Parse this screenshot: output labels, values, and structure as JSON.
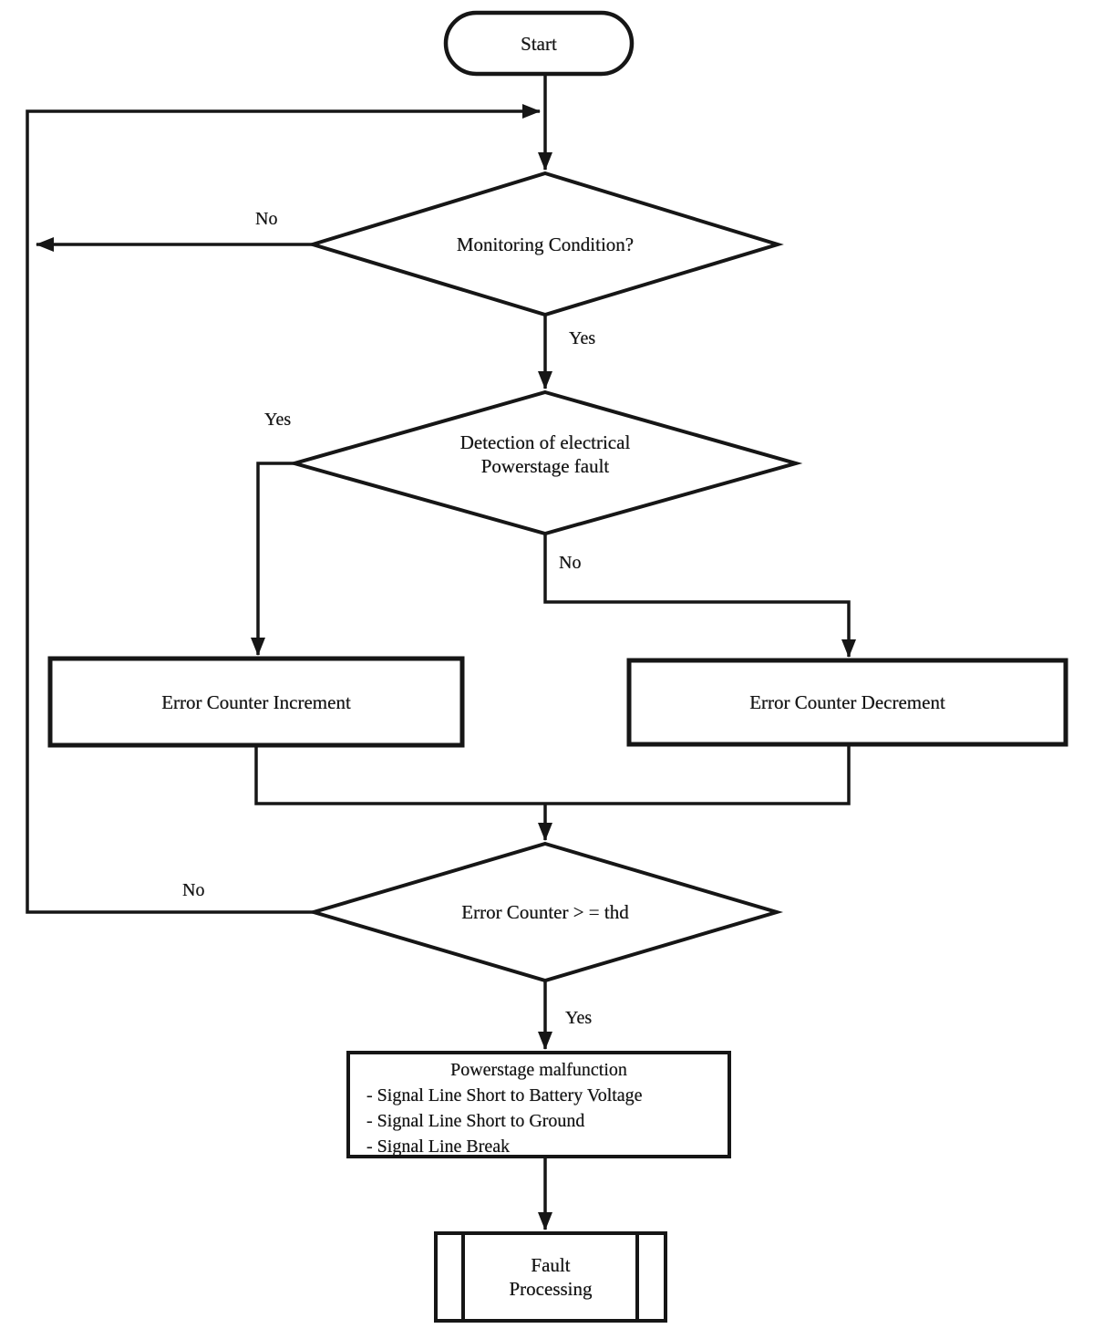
{
  "flowchart": {
    "nodes": {
      "start": {
        "label": "Start"
      },
      "monitoring": {
        "label": "Monitoring Condition?"
      },
      "detection": {
        "label_line1": "Detection of electrical",
        "label_line2": "Powerstage fault"
      },
      "increment": {
        "label": "Error Counter Increment"
      },
      "decrement": {
        "label": "Error Counter Decrement"
      },
      "threshold": {
        "label": "Error Counter > = thd"
      },
      "malfunction": {
        "title": "Powerstage malfunction",
        "items": [
          "- Signal Line Short to Battery Voltage",
          "- Signal Line Short to Ground",
          "- Signal Line Break"
        ]
      },
      "fault": {
        "label_line1": "Fault",
        "label_line2": "Processing"
      }
    },
    "edge_labels": {
      "monitoring_no": "No",
      "monitoring_yes": "Yes",
      "detection_yes": "Yes",
      "detection_no": "No",
      "threshold_no": "No",
      "threshold_yes": "Yes"
    },
    "colors": {
      "line": "#161616",
      "background": "#ffffff",
      "text": "#161616"
    }
  }
}
